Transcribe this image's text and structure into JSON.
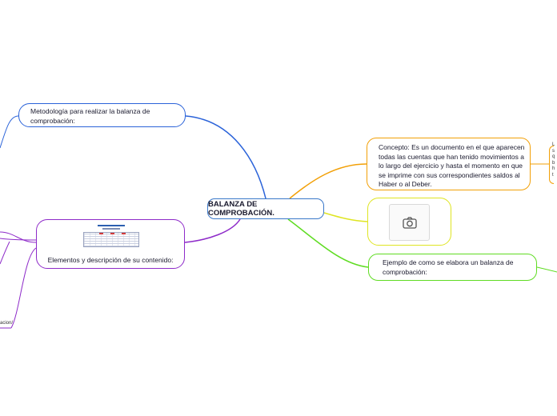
{
  "central_topic": "BALANZA DE COMPROBACIÓN.",
  "branches": {
    "metodologia": "Metodología para realizar la balanza de comprobación:",
    "elementos": "Elementos y descripción de su contenido:",
    "concepto": "Concepto: Es un documento en el que aparecen todas las cuentas que han tenido movimientos a lo largo del ejercicio y hasta el momento en que se imprime con sus correspondientes saldos al Haber o al Deber.",
    "imagen_icon": "camera-icon",
    "ejemplo": "Ejemplo de como se elabora un balanza de comprobación:"
  },
  "fragments": {
    "right_letters": [
      "L",
      "s",
      "q",
      "b",
      "h",
      "t"
    ],
    "left_text": "acion/"
  },
  "colors": {
    "central": "#3a78c9",
    "metodologia": "#2b63d9",
    "elementos": "#8e2bc9",
    "concepto": "#f2a007",
    "imagen": "#dfe522",
    "ejemplo": "#5fdc22"
  }
}
